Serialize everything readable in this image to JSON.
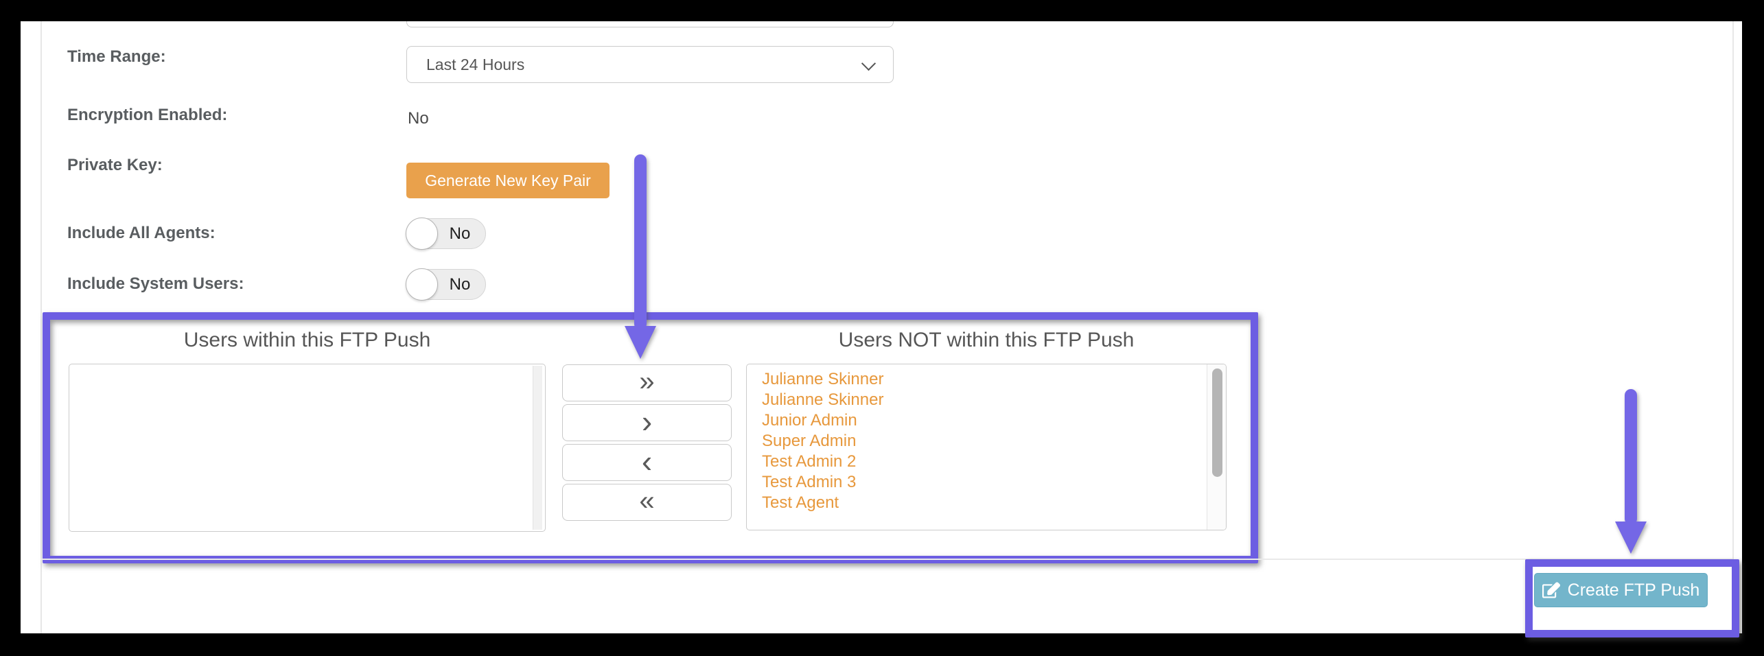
{
  "form": {
    "time_range": {
      "label": "Time Range:",
      "value": "Last 24 Hours"
    },
    "encryption": {
      "label": "Encryption Enabled:",
      "value": "No"
    },
    "private_key": {
      "label": "Private Key:",
      "button_label": "Generate New Key Pair"
    },
    "include_all_agents": {
      "label": "Include All Agents:",
      "value": "No"
    },
    "include_system_users": {
      "label": "Include System Users:",
      "value": "No"
    }
  },
  "dual_list": {
    "left": {
      "title": "Users within this FTP Push",
      "items": []
    },
    "right": {
      "title": "Users NOT within this FTP Push",
      "items": [
        "Julianne Skinner",
        "Julianne Skinner",
        "Junior Admin",
        "Super Admin",
        "Test Admin 2",
        "Test Admin 3",
        "Test Agent"
      ]
    },
    "transfer_buttons": [
      {
        "name": "move-all-right",
        "glyph": "»"
      },
      {
        "name": "move-right",
        "glyph": "›"
      },
      {
        "name": "move-left",
        "glyph": "‹"
      },
      {
        "name": "move-all-left",
        "glyph": "«"
      }
    ]
  },
  "footer": {
    "create_button_label": "Create FTP Push",
    "create_button_icon": "pencil-square-icon"
  },
  "annotations": {
    "arrow_count": "2",
    "highlight_count": "2"
  },
  "colors": {
    "accent_purple": "#6c5de2",
    "arrow_purple": "#7467e6",
    "accent_orange": "#e9a14c",
    "orange_text": "#e7983c",
    "teal_button": "#73b5cb",
    "label_gray": "#595d60"
  }
}
